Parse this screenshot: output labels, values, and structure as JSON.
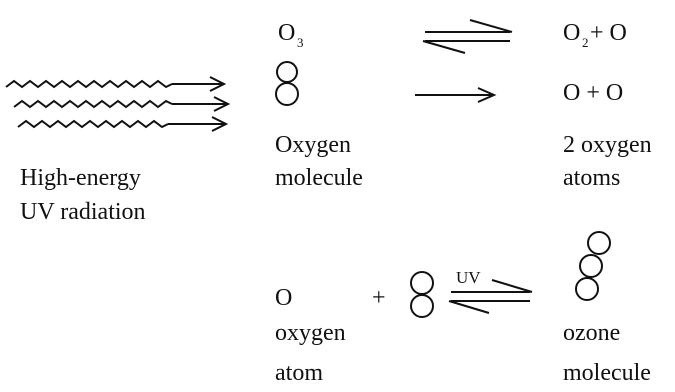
{
  "top": {
    "o3_letter": "O",
    "o3_sub": "3",
    "o2_letter": "O",
    "o2_sub": "2",
    "o2_rest": " + O",
    "products2": "O + O"
  },
  "left_label": {
    "line1": "High-energy",
    "line2": "UV radiation"
  },
  "oxygen_molecule_label": {
    "line1": "Oxygen",
    "line2": "molecule"
  },
  "two_atoms_label": {
    "line1": "2 oxygen",
    "line2": "atoms"
  },
  "bottom": {
    "o": "O",
    "plus": "+",
    "uv": "UV",
    "oxygen_atom_line1": "oxygen",
    "oxygen_atom_line2": "atom",
    "ozone_line1": "ozone",
    "ozone_line2": "molecule"
  },
  "colors": {
    "ink": "#111111",
    "background": "#ffffff"
  }
}
